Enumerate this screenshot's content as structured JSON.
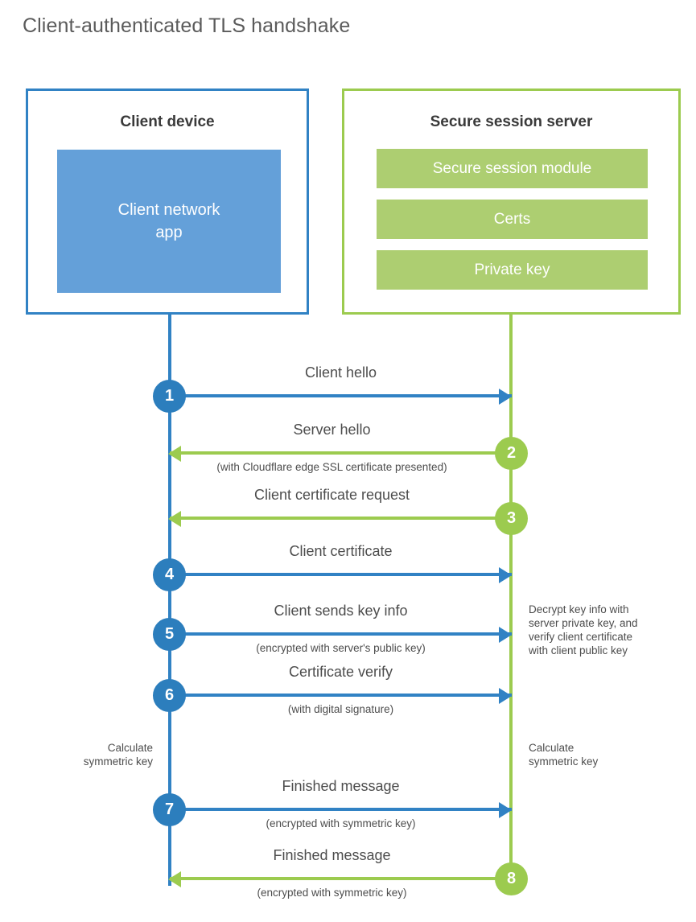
{
  "title": "Client-authenticated TLS handshake",
  "colors": {
    "client_blue": "#3182c4",
    "client_app_blue": "#64a0d9",
    "server_green": "#9ccb4f",
    "server_bar_green": "#adce71",
    "text_gray": "#4d4d4d",
    "title_gray": "#5b5b5b"
  },
  "client": {
    "title": "Client device",
    "app_label": "Client network\napp"
  },
  "server": {
    "title": "Secure session server",
    "bars": [
      {
        "label": "Secure session module"
      },
      {
        "label": "Certs"
      },
      {
        "label": "Private key"
      }
    ]
  },
  "steps": [
    {
      "number": "1",
      "label": "Client hello",
      "sub": "",
      "direction": "right",
      "color": "blue"
    },
    {
      "number": "2",
      "label": "Server hello",
      "sub": "(with Cloudflare edge SSL certificate presented)",
      "direction": "left",
      "color": "green"
    },
    {
      "number": "3",
      "label": "Client certificate request",
      "sub": "",
      "direction": "left",
      "color": "green"
    },
    {
      "number": "4",
      "label": "Client certificate",
      "sub": "",
      "direction": "right",
      "color": "blue"
    },
    {
      "number": "5",
      "label": "Client sends key info",
      "sub": "(encrypted with server's public key)",
      "direction": "right",
      "color": "blue"
    },
    {
      "number": "6",
      "label": "Certificate verify",
      "sub": "(with digital signature)",
      "direction": "right",
      "color": "blue"
    },
    {
      "number": "7",
      "label": "Finished message",
      "sub": "(encrypted with symmetric key)",
      "direction": "right",
      "color": "blue"
    },
    {
      "number": "8",
      "label": "Finished message",
      "sub": "(encrypted with symmetric key)",
      "direction": "left",
      "color": "green"
    }
  ],
  "annotations": {
    "decrypt_note": "Decrypt key info with\nserver private key, and\nverify client certificate\nwith client public key",
    "calculate_left": "Calculate\nsymmetric key",
    "calculate_right": "Calculate\nsymmetric key"
  }
}
